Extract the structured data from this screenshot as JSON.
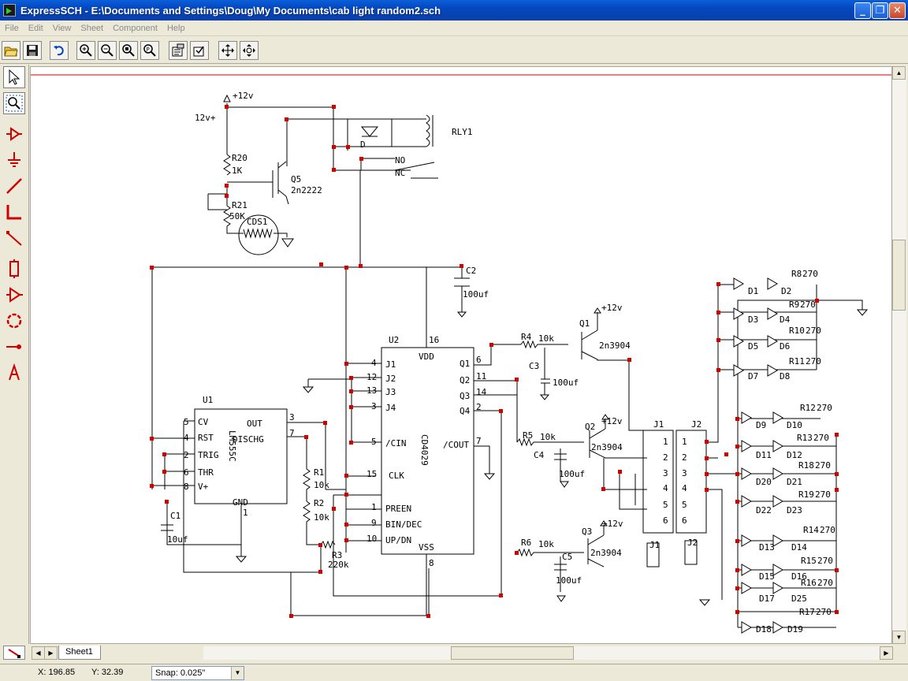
{
  "window": {
    "title": "ExpressSCH - E:\\Documents and Settings\\Doug\\My Documents\\cab light random2.sch",
    "minimize": "_",
    "restore": "❐",
    "close": "✕"
  },
  "menu": [
    "File",
    "Edit",
    "View",
    "Sheet",
    "Component",
    "Help"
  ],
  "toolbar": {
    "buttons": [
      "open-folder-icon",
      "save-icon",
      "undo-icon",
      "zoom-in-icon",
      "zoom-out-icon",
      "zoom-area-icon",
      "zoom-page-icon",
      "properties-icon",
      "netlist-icon",
      "move-icon",
      "rotate-icon"
    ]
  },
  "left_tools": [
    "select-arrow-icon",
    "zoom-select-icon",
    "power-symbol-icon",
    "ground-symbol-icon",
    "wire-icon",
    "bus-icon",
    "bus-entry-icon",
    "component-icon",
    "triangle-part-icon",
    "junction-icon",
    "pin-icon",
    "text-icon"
  ],
  "sheet_tab": "Sheet1",
  "status": {
    "x_label": "X: 196.85",
    "y_label": "Y: 32.39",
    "snap_label": "Snap:",
    "snap_value": "0.025\""
  },
  "schematic": {
    "labels": {
      "power_12v_top": "+12v",
      "rail_12v": "12v+",
      "relay": "RLY1",
      "diode_d": "D",
      "no": "NO",
      "nc": "NC",
      "r20": "R20",
      "r20v": "1K",
      "q5": "Q5",
      "q5t": "2n2222",
      "r21": "R21",
      "r21v": "50K",
      "cds": "CDS1",
      "c2": "C2",
      "c2v": "100uf",
      "u2": "U2",
      "u2pin16": "16",
      "vdd": "VDD",
      "u1": "U1",
      "lm555": "LM555C",
      "cd4029": "CD4029",
      "q1": "Q1",
      "q1t": "2n3904",
      "q2": "Q2",
      "q2t": "2n3904",
      "q3": "Q3",
      "q3t": "2n3904",
      "r4": "R4",
      "r4v": "10k",
      "r5": "R5",
      "r5v": "10k",
      "r6": "R6",
      "r6v": "10k",
      "c3": "C3",
      "c3v": "100uf",
      "c4": "C4",
      "c4v": "100uf",
      "c5": "C5",
      "c5v": "100uf",
      "c1": "C1",
      "c1v": "10uf",
      "r1": "R1",
      "r1v": "10k",
      "r2": "R2",
      "r2v": "10k",
      "r3": "R3",
      "r3v": "220k",
      "j1": "J1",
      "j2": "J2",
      "plus12": "+12v",
      "gnd": "GND",
      "vss": "VSS",
      "u2pin8": "8",
      "u1pin1": "1"
    },
    "u1_pins_left": [
      {
        "num": "5",
        "name": "CV"
      },
      {
        "num": "4",
        "name": "RST"
      },
      {
        "num": "2",
        "name": "TRIG"
      },
      {
        "num": "6",
        "name": "THR"
      },
      {
        "num": "8",
        "name": "V+"
      }
    ],
    "u1_pins_right": [
      {
        "num": "3",
        "name": "OUT"
      },
      {
        "num": "7",
        "name": "DISCHG"
      }
    ],
    "u2_pins_left": [
      {
        "num": "4",
        "name": "J1"
      },
      {
        "num": "12",
        "name": "J2"
      },
      {
        "num": "13",
        "name": "J3"
      },
      {
        "num": "3",
        "name": "J4"
      },
      {
        "num": "5",
        "name": "/CIN"
      },
      {
        "num": "15",
        "name": "CLK"
      },
      {
        "num": "1",
        "name": "PREEN"
      },
      {
        "num": "9",
        "name": "BIN/DEC"
      },
      {
        "num": "10",
        "name": "UP/DN"
      }
    ],
    "u2_pins_right": [
      {
        "num": "6",
        "name": "Q1"
      },
      {
        "num": "11",
        "name": "Q2"
      },
      {
        "num": "14",
        "name": "Q3"
      },
      {
        "num": "2",
        "name": "Q4"
      },
      {
        "num": "7",
        "name": "/COUT"
      }
    ],
    "connector_pins": [
      "1",
      "2",
      "3",
      "4",
      "5",
      "6"
    ],
    "led_rows": [
      {
        "a": "D1",
        "b": "D2",
        "r": "R8",
        "rv": "270"
      },
      {
        "a": "D3",
        "b": "D4",
        "r": "R9",
        "rv": "270"
      },
      {
        "a": "D5",
        "b": "D6",
        "r": "R10",
        "rv": "270"
      },
      {
        "a": "D7",
        "b": "D8",
        "r": "R11",
        "rv": "270"
      },
      {
        "a": "D9",
        "b": "D10",
        "r": "R12",
        "rv": "270"
      },
      {
        "a": "D11",
        "b": "D12",
        "r": "R13",
        "rv": "270"
      },
      {
        "a": "D20",
        "b": "D21",
        "r": "R18",
        "rv": "270"
      },
      {
        "a": "D22",
        "b": "D23",
        "r": "R19",
        "rv": "270"
      },
      {
        "a": "D13",
        "b": "D14",
        "r": "R14",
        "rv": "270"
      },
      {
        "a": "D15",
        "b": "D16",
        "r": "R15",
        "rv": "270"
      },
      {
        "a": "D17",
        "b": "D25",
        "r": "R16",
        "rv": "270"
      },
      {
        "a": "D18",
        "b": "D19",
        "r": "R17",
        "rv": "270"
      }
    ]
  }
}
